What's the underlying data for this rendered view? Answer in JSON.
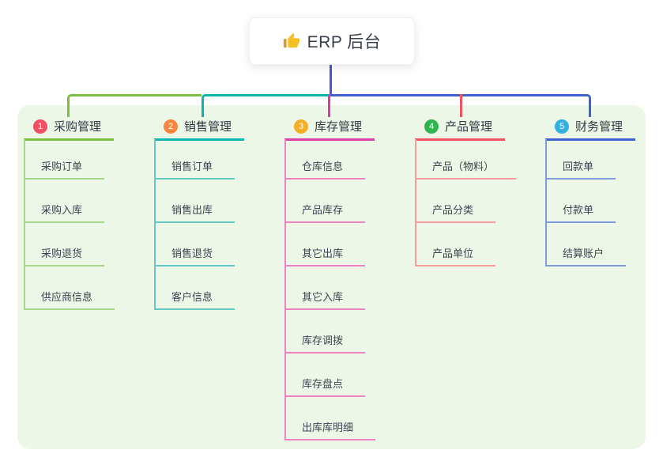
{
  "canvas": {
    "background": "#ffffff",
    "panel_background": "#ecf7e7"
  },
  "root": {
    "icon": "thumbs-up-icon",
    "title": "ERP 后台"
  },
  "connectors": {
    "root_line_color": "#4c55d2"
  },
  "branches": [
    {
      "number": "1",
      "label": "采购管理",
      "color": "#7cbf3f",
      "light": "#a6d689",
      "badge": "#f05061",
      "items": [
        "采购订单",
        "采购入库",
        "采购退货",
        "供应商信息"
      ]
    },
    {
      "number": "2",
      "label": "销售管理",
      "color": "#0cb5aa",
      "light": "#63c9c2",
      "badge": "#f5883f",
      "items": [
        "销售订单",
        "销售出库",
        "销售退货",
        "客户信息"
      ]
    },
    {
      "number": "3",
      "label": "库存管理",
      "color": "#df3ca2",
      "light": "#ee82c3",
      "badge": "#f5af27",
      "items": [
        "仓库信息",
        "产品库存",
        "其它出库",
        "其它入库",
        "库存调拨",
        "库存盘点",
        "出库库明细"
      ]
    },
    {
      "number": "4",
      "label": "产品管理",
      "color": "#f25362",
      "light": "#f59c9c",
      "badge": "#2fb44f",
      "items": [
        "产品（物料）",
        "产品分类",
        "产品单位"
      ]
    },
    {
      "number": "5",
      "label": "财务管理",
      "color": "#3e63cf",
      "light": "#7e9cda",
      "badge": "#35aee0",
      "items": [
        "回款单",
        "付款单",
        "结算账户"
      ]
    }
  ]
}
